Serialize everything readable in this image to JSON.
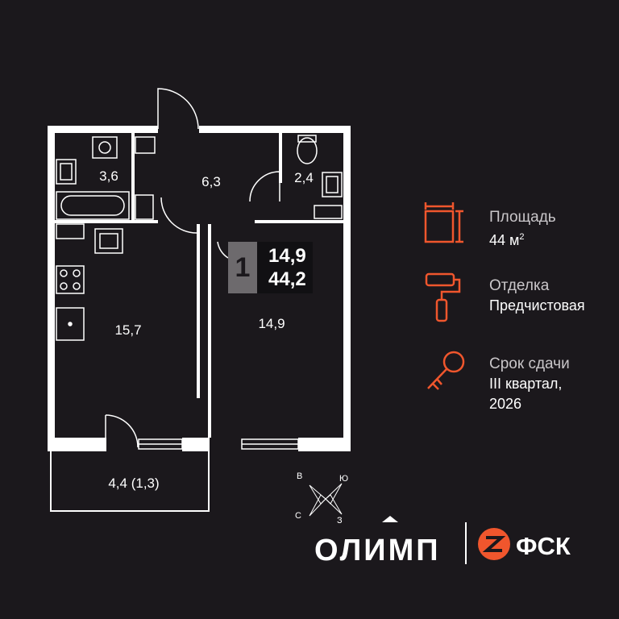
{
  "rooms": [
    {
      "name": "bathroom",
      "area": "3,6"
    },
    {
      "name": "hallway",
      "area": "6,3"
    },
    {
      "name": "toilet",
      "area": "2,4"
    },
    {
      "name": "kitchen",
      "area": "15,7"
    },
    {
      "name": "bedroom",
      "area": "14,9"
    },
    {
      "name": "balcony",
      "area": "4,4 (1,3)"
    }
  ],
  "apartment": {
    "rooms": "1",
    "living_area": "14,9",
    "total_area": "44,2"
  },
  "info": {
    "area": {
      "title": "Площадь",
      "value": "44 м",
      "sup": "2"
    },
    "finish": {
      "title": "Отделка",
      "value": "Предчистовая"
    },
    "deadline": {
      "title": "Срок сдачи",
      "value_line1": "III квартал,",
      "value_line2": "2026"
    }
  },
  "compass": {
    "north": "С",
    "south": "Ю",
    "east": "В",
    "west": "З"
  },
  "logos": {
    "complex": "ОЛИМП",
    "developer": "ФСК"
  },
  "colors": {
    "accent": "#f0562d",
    "background": "#1b181c",
    "walls": "#ffffff"
  }
}
